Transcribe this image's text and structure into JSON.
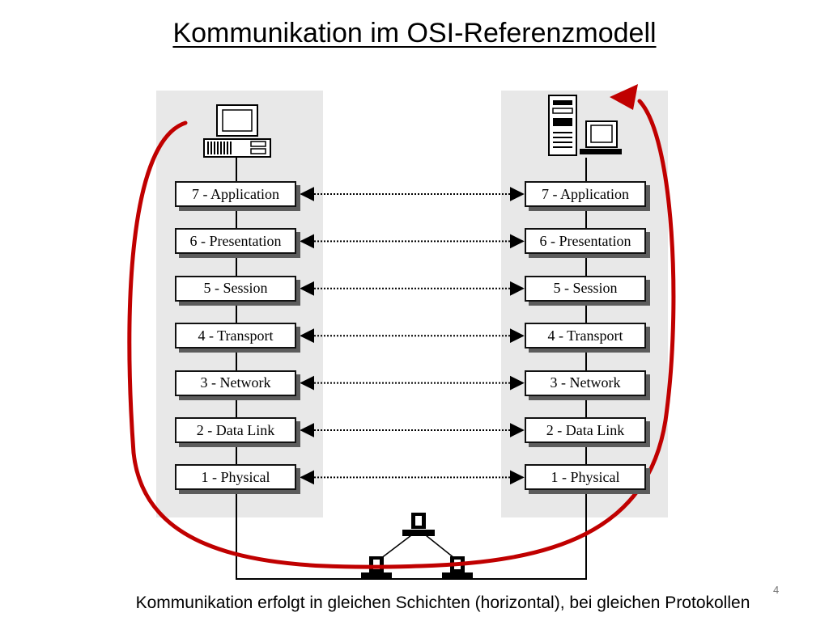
{
  "title": "Kommunikation im OSI-Referenzmodell",
  "layers": [
    "7 - Application",
    "6 - Presentation",
    "5 - Session",
    "4 - Transport",
    "3 - Network",
    "2 - Data Link",
    "1 - Physical"
  ],
  "caption": "Kommunikation erfolgt in gleichen Schichten (horizontal), bei gleichen Protokollen",
  "slide_number": "4",
  "colors": {
    "arrow_red": "#c00000",
    "panel_gray": "#e8e8e8",
    "shadow_gray": "#5c5c5c"
  }
}
